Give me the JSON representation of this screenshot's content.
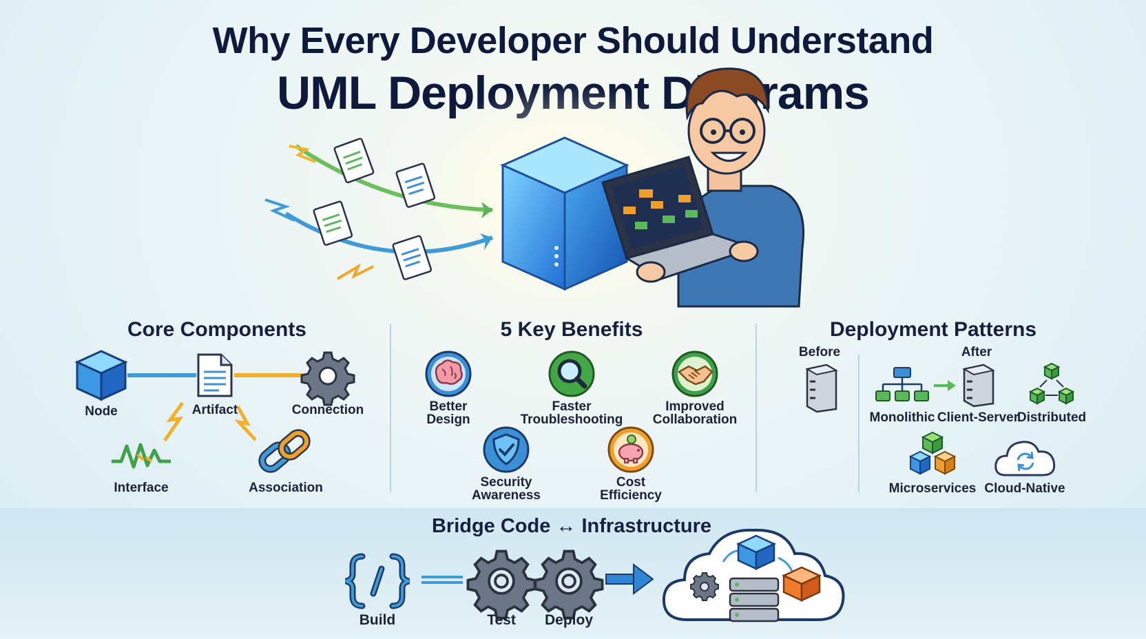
{
  "header": {
    "title_line1": "Why Every Developer Should Understand",
    "title_line2": "UML Deployment Diagrams"
  },
  "core_components": {
    "title": "Core Components",
    "items": [
      {
        "label": "Node",
        "icon": "node-cube-icon"
      },
      {
        "label": "Artifact",
        "icon": "document-icon"
      },
      {
        "label": "Connection",
        "icon": "gear-icon"
      },
      {
        "label": "Interface",
        "icon": "waveform-icon"
      },
      {
        "label": "Association",
        "icon": "chain-link-icon"
      }
    ]
  },
  "benefits": {
    "title": "5 Key Benefits",
    "items": [
      {
        "label_line1": "Better",
        "label_line2": "Design",
        "icon": "brain-icon",
        "color": "#3b8fd6"
      },
      {
        "label_line1": "Faster",
        "label_line2": "Troubleshooting",
        "icon": "magnifier-icon",
        "color": "#42a845"
      },
      {
        "label_line1": "Improved",
        "label_line2": "Collaboration",
        "icon": "handshake-icon",
        "color": "#3ea14a"
      },
      {
        "label_line1": "Security",
        "label_line2": "Awareness",
        "icon": "shield-icon",
        "color": "#3b8fd6"
      },
      {
        "label_line1": "Cost",
        "label_line2": "Efficiency",
        "icon": "piggy-bank-icon",
        "color": "#f0a02a"
      }
    ]
  },
  "patterns": {
    "title": "Deployment Patterns",
    "before_label": "Before",
    "after_label": "After",
    "items": [
      {
        "label": "Monolithic",
        "icon": "hierarchy-icon"
      },
      {
        "label": "Client-Server",
        "icon": "server-icon"
      },
      {
        "label": "Distributed",
        "icon": "distributed-cubes-icon"
      },
      {
        "label": "Microservices",
        "icon": "stacked-cubes-icon"
      },
      {
        "label": "Cloud-Native",
        "icon": "cloud-sync-icon"
      }
    ]
  },
  "pipeline": {
    "title": "Bridge Code ↔ Infrastructure",
    "steps": [
      {
        "label": "Build",
        "icon": "code-braces-icon"
      },
      {
        "label": "Test",
        "icon": "gear-icon"
      },
      {
        "label": "Deploy",
        "icon": "gear-icon"
      }
    ]
  },
  "colors": {
    "title": "#0e1a3b",
    "accent_blue": "#2f86d6",
    "accent_green": "#3fa14a",
    "accent_orange": "#f0a02a"
  }
}
